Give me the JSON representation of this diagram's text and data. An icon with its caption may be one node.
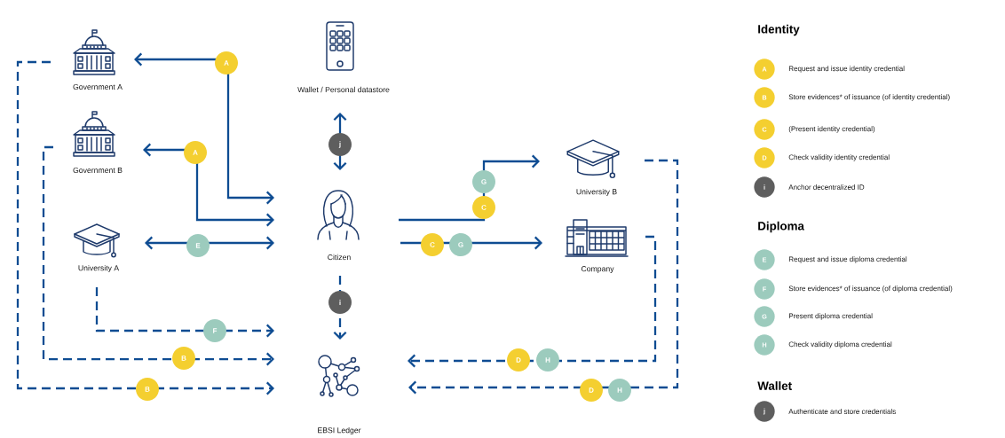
{
  "diagram": {
    "nodes": [
      {
        "text": [
          "Government A"
        ]
      },
      {
        "text": [
          "Wallet / Personal datastore"
        ]
      },
      {
        "text": [
          "Government B"
        ]
      },
      {
        "text": [
          "University A"
        ]
      },
      {
        "text": [
          "Citizen"
        ]
      },
      {
        "text": [
          "University B"
        ]
      },
      {
        "text": [
          "Company"
        ]
      },
      {
        "text": [
          "EBSI Ledger"
        ]
      }
    ],
    "edges": [
      {
        "from": 0,
        "to": 4,
        "arrow": "both",
        "label": "A"
      },
      {
        "from": 2,
        "to": 4,
        "arrow": "both",
        "label": "A"
      },
      {
        "from": 3,
        "to": 4,
        "arrow": "both",
        "label": "E"
      },
      {
        "from": 1,
        "to": 4,
        "arrow": "both",
        "label": "j"
      },
      {
        "from": 4,
        "to": 5,
        "arrow": "to",
        "label": "C"
      },
      {
        "from": 4,
        "to": 6,
        "arrow": "to",
        "label": "C"
      },
      {
        "from": 4,
        "to": 7,
        "arrow": "to",
        "label": "i",
        "style": "dashed"
      },
      {
        "from": 3,
        "to": 7,
        "arrow": "to",
        "label": "F",
        "style": "dashed"
      },
      {
        "from": 2,
        "to": 7,
        "arrow": "to",
        "label": "B",
        "style": "dashed"
      },
      {
        "from": 0,
        "to": 7,
        "arrow": "to",
        "label": "B",
        "style": "dashed"
      },
      {
        "from": 6,
        "to": 7,
        "arrow": "to",
        "label": "D",
        "style": "dashed"
      },
      {
        "from": 5,
        "to": 7,
        "arrow": "to",
        "label": "D",
        "style": "dashed"
      }
    ],
    "labels": [
      "G",
      "G",
      "H",
      "H",
      "Identity",
      "A",
      "B",
      "C",
      "D",
      "i",
      "Diploma",
      "E",
      "F",
      "G",
      "H",
      "Wallet",
      "j"
    ],
    "legend": [
      {
        "text": "Request and issue identity credential",
        "color": "#f4cf30"
      },
      {
        "text": "Store evidences* of issuance (of identity credential)",
        "color": "#f4cf30"
      },
      {
        "text": "(Present identity credential)",
        "color": "#f4cf30"
      },
      {
        "text": "Check validity identity credential",
        "color": "#f4cf30"
      },
      {
        "text": "Anchor decentralized ID",
        "color": "#5e5e5e"
      },
      {
        "text": "Request and issue diploma credential",
        "color": "#9ccbbd"
      },
      {
        "text": "Store evidences* of issuance (of diploma credential)",
        "color": "#9ccbbd"
      },
      {
        "text": "Present diploma credential",
        "color": "#9ccbbd"
      },
      {
        "text": "Check validity diploma credential",
        "color": "#9ccbbd"
      },
      {
        "text": "Authenticate and store credentials",
        "color": "#5e5e5e"
      }
    ]
  }
}
